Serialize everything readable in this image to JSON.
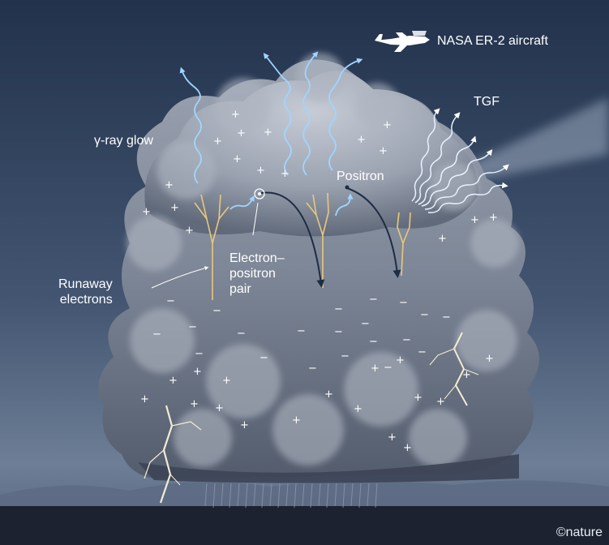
{
  "labels": {
    "aircraft": "NASA ER-2 aircraft",
    "tgf": "TGF",
    "gamma_glow": "γ-ray glow",
    "positron": "Positron",
    "pair": "Electron–\npositron\npair",
    "runaway": "Runaway\nelectrons"
  },
  "credit": "©nature",
  "colors": {
    "sky_top": "#22324c",
    "sky_bottom": "#6d7e96",
    "cloud_light": "#b9c0cb",
    "cloud_mid": "#8a93a2",
    "cloud_dark": "#4b5466",
    "gamma": "#8fd0ff",
    "leader": "#e8c87a",
    "arrow": "#1e2c44",
    "lightning": "#f3ecd2",
    "ground": "#1c2230"
  },
  "icons": [
    "aircraft-icon",
    "lightning-icon",
    "rain-icon"
  ],
  "charge_signs": {
    "plus": "+",
    "minus": "−"
  }
}
